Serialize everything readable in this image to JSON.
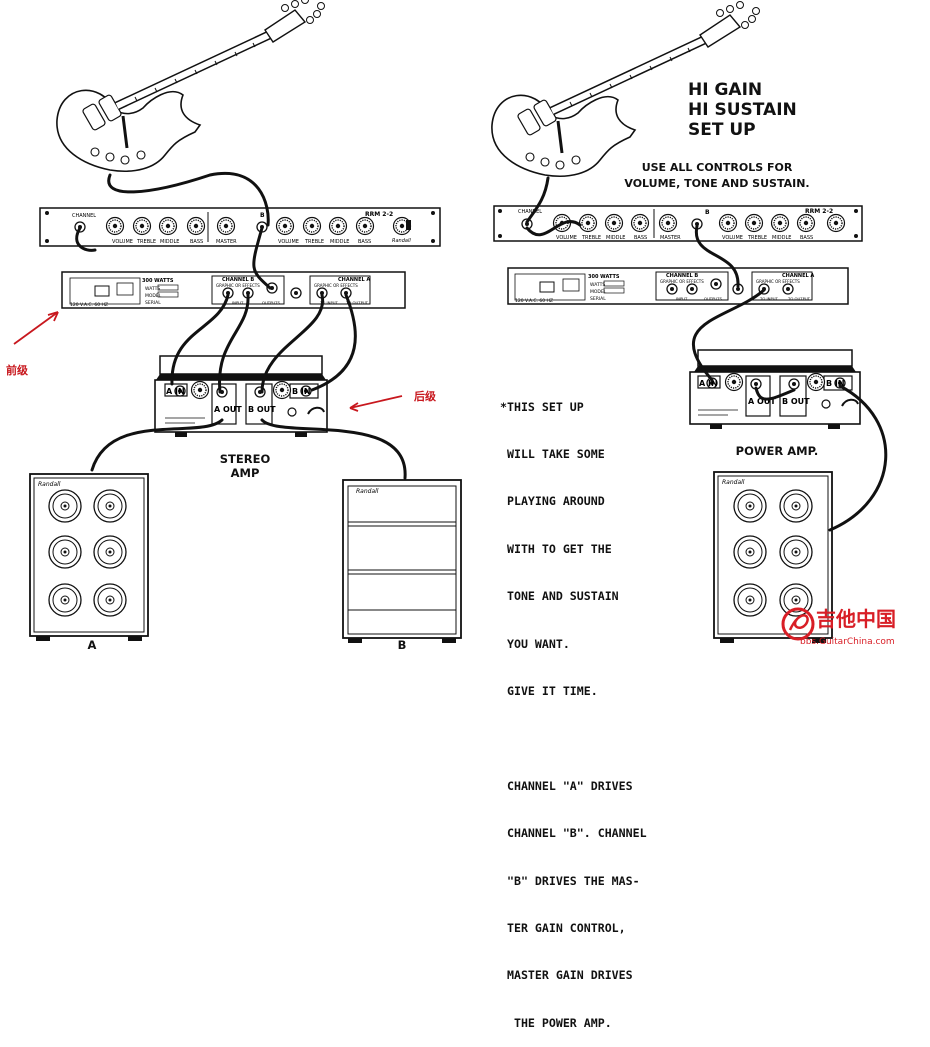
{
  "left": {
    "preamp_label": "前级",
    "postamp_label": "后级",
    "amp_label": [
      "STEREO",
      "AMP"
    ],
    "cabinet_a_label": "A",
    "cabinet_b_label": "B"
  },
  "right": {
    "title": [
      "HI GAIN",
      "HI SUSTAIN",
      "SET UP"
    ],
    "instructions": [
      "USE ALL CONTROLS FOR",
      "VOLUME, TONE AND SUSTAIN."
    ],
    "note_lines": [
      "*THIS SET UP",
      " WILL TAKE SOME",
      " PLAYING AROUND",
      " WITH TO GET THE",
      " TONE AND SUSTAIN",
      " YOU WANT.",
      " GIVE IT TIME.",
      "",
      " CHANNEL \"A\" DRIVES",
      " CHANNEL \"B\". CHANNEL",
      " \"B\" DRIVES THE MAS-",
      " TER GAIN CONTROL,",
      " MASTER GAIN DRIVES",
      "  THE POWER AMP."
    ],
    "amp_label": "POWER AMP."
  },
  "preamp_panel": {
    "model": "RRM 2-2",
    "knobs": [
      "VOLUME",
      "TREBLE",
      "MIDDLE",
      "BASS",
      "MASTER",
      "VOLUME",
      "TREBLE",
      "MIDDLE",
      "BASS"
    ],
    "channel_left": "CHANNEL",
    "channel_b": "B",
    "brand": "Randall"
  },
  "power_panel": {
    "watts": "300 WATTS",
    "channel_b": "CHANNEL B",
    "channel_a": "CHANNEL A",
    "effects": "GRAPHIC OR EFFECTS",
    "voltage": "120 V.A.C.   60 HZ",
    "io_labels": [
      "INPUT",
      "OUTPUTS",
      "TO INPUT",
      "TO OUTPUT"
    ],
    "fields": [
      "WATTS",
      "MODEL",
      "SERIAL"
    ]
  },
  "amp_panel": {
    "a_in": "A IN",
    "a_out": "A OUT",
    "b_out": "B OUT",
    "b_in": "B IN"
  },
  "cabinet_brand": "Randall",
  "watermark": {
    "cn": "吉他中国",
    "url": "bbs.GuitarChina.com"
  },
  "colors": {
    "ink": "#111111",
    "annotation_red": "#c8181e",
    "watermark_red": "#d81e26"
  }
}
